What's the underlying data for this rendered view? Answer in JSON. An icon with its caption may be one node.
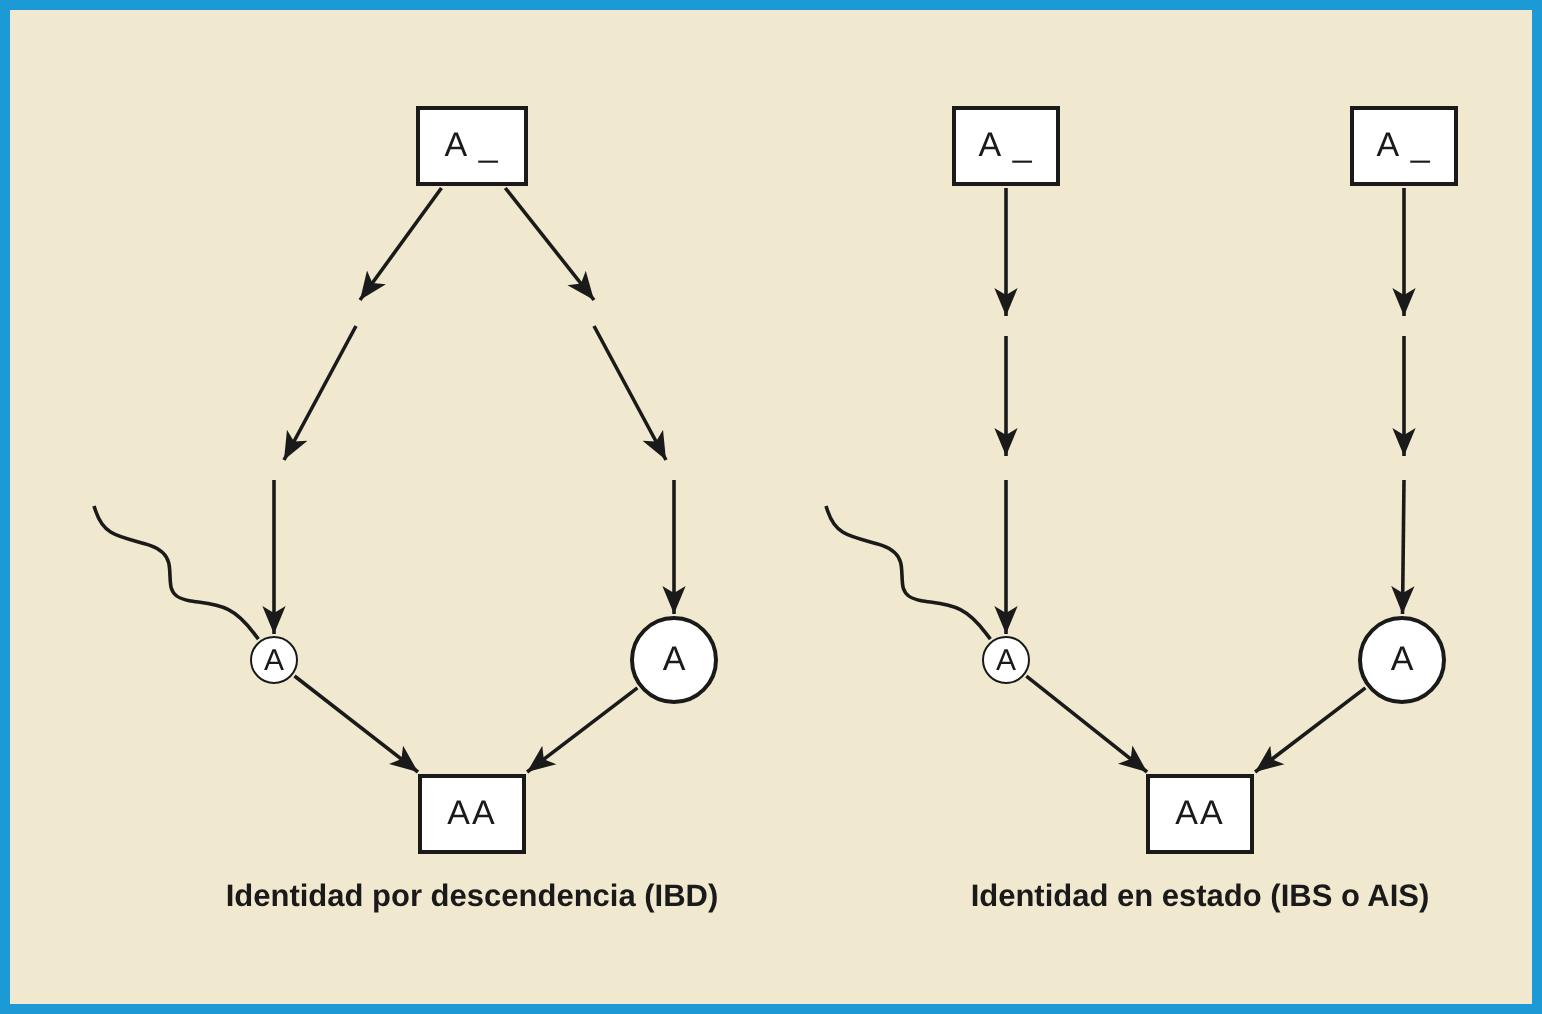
{
  "diagram": {
    "nodes": [
      {
        "text": [
          "A _"
        ]
      },
      {
        "text": [
          "A"
        ]
      },
      {
        "text": [
          "A"
        ]
      },
      {
        "text": [
          "AA"
        ]
      },
      {
        "text": [
          "A _"
        ]
      },
      {
        "text": [
          "A _"
        ]
      },
      {
        "text": [
          "A"
        ]
      },
      {
        "text": [
          "A"
        ]
      },
      {
        "text": [
          "AA"
        ]
      }
    ],
    "edges": [
      {
        "from": 0,
        "to": null,
        "arrow": "to"
      },
      {
        "from": 0,
        "to": null,
        "arrow": "to"
      },
      {
        "from": null,
        "to": 1,
        "arrow": "to"
      },
      {
        "from": null,
        "to": 2,
        "arrow": "to"
      },
      {
        "from": 1,
        "to": 3,
        "arrow": "to"
      },
      {
        "from": 2,
        "to": 3,
        "arrow": "to"
      },
      {
        "from": null,
        "to": 1,
        "arrow": "none"
      },
      {
        "from": 4,
        "to": null,
        "arrow": "to"
      },
      {
        "from": null,
        "to": 6,
        "arrow": "to"
      },
      {
        "from": 5,
        "to": null,
        "arrow": "to"
      },
      {
        "from": null,
        "to": 7,
        "arrow": "to"
      },
      {
        "from": 6,
        "to": 8,
        "arrow": "to"
      },
      {
        "from": 7,
        "to": 8,
        "arrow": "to"
      },
      {
        "from": null,
        "to": 6,
        "arrow": "none"
      }
    ],
    "labels": [
      "Identidad por descendencia (IBD)",
      "Identidad en estado (IBS o AIS)"
    ]
  }
}
